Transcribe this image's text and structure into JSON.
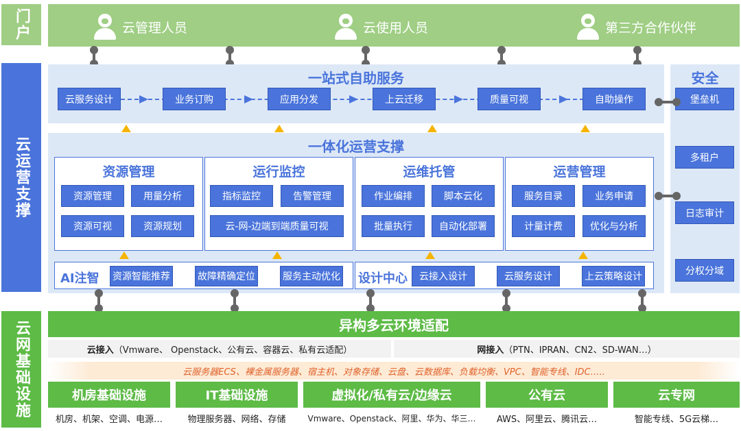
{
  "portal": {
    "side_label": "门户",
    "users": [
      "云管理人员",
      "云使用人员",
      "第三方合作伙伴"
    ]
  },
  "ops": {
    "side_label": "云运营支撑",
    "self_service": {
      "title": "一站式自助服务",
      "steps": [
        "云服务设计",
        "业务订购",
        "应用分发",
        "上云迁移",
        "质量可视",
        "自助操作"
      ]
    },
    "integrated": {
      "title": "一体化运营支撑",
      "panels": [
        {
          "title": "资源管理",
          "items": [
            "资源管理",
            "用量分析",
            "资源可视",
            "资源规划"
          ]
        },
        {
          "title": "运行监控",
          "items": [
            "指标监控",
            "告警管理",
            "云-网-边端到端质量可视"
          ]
        },
        {
          "title": "运维托管",
          "items": [
            "作业编排",
            "脚本云化",
            "批量执行",
            "自动化部署"
          ]
        },
        {
          "title": "运营管理",
          "items": [
            "服务目录",
            "业务申请",
            "计量计费",
            "优化与分析"
          ]
        }
      ],
      "ai": {
        "label": "AI注智",
        "items": [
          "资源智能推荐",
          "故障精确定位",
          "服务主动优化"
        ]
      },
      "design": {
        "label": "设计中心",
        "items": [
          "云接入设计",
          "云服务设计",
          "上云策略设计"
        ]
      }
    },
    "security": {
      "title": "安全",
      "items": [
        "堡垒机",
        "多租户",
        "日志审计",
        "分权分域"
      ]
    }
  },
  "network": {
    "side_label": "云网基础设施",
    "adapt_title": "异构多云环境适配",
    "cloud_access_bold": "云接入",
    "cloud_access_text": "（Vmware、 Openstack、公有云、容器云、私有云适配）",
    "net_access_bold": "网接入",
    "net_access_text": "（PTN、IPRAN、CN2、SD-WAN…）",
    "services_line": "云服务器ECS、裸金属服务器、宿主机、对象存储、云盘、云数据库、负载均衡、VPC、智能专线、IDC…..",
    "categories": [
      {
        "title": "机房基础设施",
        "desc": "机房、机架、空调、电源…"
      },
      {
        "title": "IT基础设施",
        "desc": "物理服务器、网络、存储"
      },
      {
        "title": "虚拟化/私有云/边缘云",
        "desc": "Vmware、Openstack、阿里、华为、华三…"
      },
      {
        "title": "公有云",
        "desc": "AWS、阿里云、腾讯云…"
      },
      {
        "title": "云专网",
        "desc": "智能专线、5G云梯…"
      }
    ]
  },
  "colors": {
    "blue": "#4a74db",
    "green": "#5dbb46",
    "light_green": "#9fce84",
    "light_blue": "#dde8f7",
    "orange": "#f5b400"
  }
}
